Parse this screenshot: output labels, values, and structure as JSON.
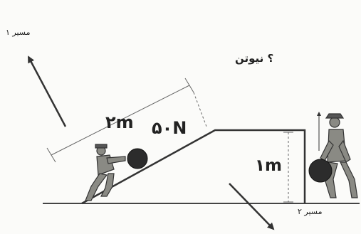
{
  "labels": {
    "path1": "مسیر ۱",
    "path2": "مسیر ۲",
    "question": "؟ نیوتن",
    "force": "۵۰N",
    "ramp_length": "۲m",
    "height": "۱m"
  }
}
